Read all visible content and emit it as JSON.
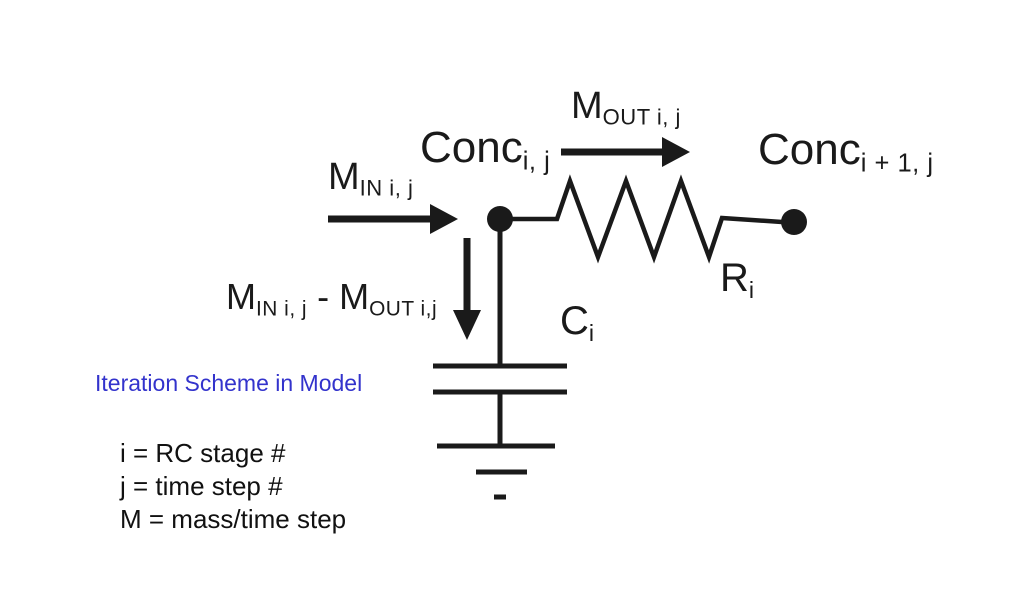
{
  "title": "Iteration Scheme in Model",
  "legend": [
    "i = RC stage #",
    "j = time step #",
    "M = mass/time step"
  ],
  "labels": {
    "m_in": {
      "base": "M",
      "sub": "IN i, j"
    },
    "conc_in": {
      "base": "Conc",
      "sub": "i, j"
    },
    "m_out": {
      "base": "M",
      "sub": "OUT i, j"
    },
    "conc_out": {
      "base": "Conc",
      "sub": "i + 1, j"
    },
    "m_net": {
      "base1": "M",
      "sub1": "IN i, j",
      "sep": " - ",
      "base2": "M",
      "sub2": "OUT i,j"
    },
    "resistor": {
      "base": "R",
      "sub": "i"
    },
    "capacitor": {
      "base": "C",
      "sub": "i"
    }
  },
  "icons": {
    "m_in_arrow": "right-arrow",
    "m_out_arrow": "right-arrow",
    "net_flow_arrow": "down-arrow"
  },
  "colors": {
    "ink": "#1a1a1a",
    "title_blue": "#3333cc",
    "background": "#ffffff"
  }
}
